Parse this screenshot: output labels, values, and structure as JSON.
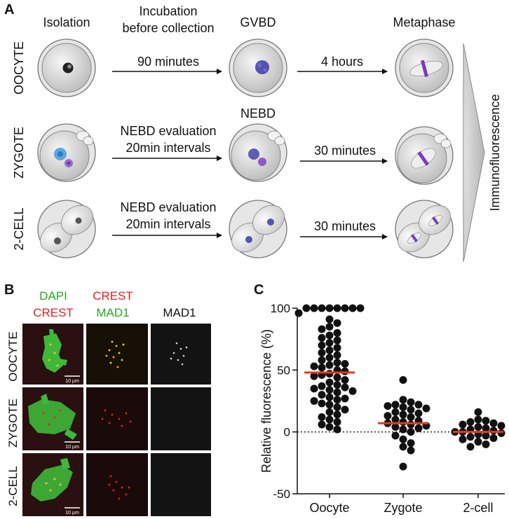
{
  "panel_a": {
    "letter": "A",
    "headers": {
      "isolation": "Isolation",
      "incubation_line1": "Incubation",
      "incubation_line2": "before collection",
      "gvbd": "GVBD",
      "metaphase": "Metaphase",
      "nebd": "NEBD"
    },
    "rows": [
      {
        "label": "OOCYTE",
        "arrow1": [
          "90 minutes"
        ],
        "arrow2": "4 hours"
      },
      {
        "label": "ZYGOTE",
        "arrow1": [
          "NEBD evaluation",
          "20min intervals"
        ],
        "arrow2": "30 minutes"
      },
      {
        "label": "2-CELL",
        "arrow1": [
          "NEBD evaluation",
          "20min intervals"
        ],
        "arrow2": "30 minutes"
      }
    ],
    "side_label": "Immunofluorescence",
    "colors": {
      "chromatin": "#3b3aa8",
      "spindle": "#7a3cc0",
      "pronucleus_blue": "#5aa6e0",
      "pronucleus_purple": "#9a6bd0",
      "triangle": "#c8c8c8"
    }
  },
  "panel_b": {
    "letter": "B",
    "col_headers": [
      {
        "line1": "DAPI",
        "line1_color": "#22aa22",
        "line2": "CREST",
        "line2_color": "#e02020"
      },
      {
        "line1": "CREST",
        "line1_color": "#e02020",
        "line2": "MAD1",
        "line2_color": "#22aa22"
      },
      {
        "line1": "MAD1",
        "line1_color": "#111111",
        "line2": "",
        "line2_color": "#111111"
      }
    ],
    "row_labels": [
      "OOCYTE",
      "ZYGOTE",
      "2-CELL"
    ],
    "scalebar": "10 µm"
  },
  "panel_c": {
    "letter": "C"
  },
  "chart_data": {
    "type": "scatter",
    "xlabel": "",
    "ylabel": "Relative fluorescence (%)",
    "ylim": [
      -50,
      100
    ],
    "yticks": [
      100,
      50,
      0,
      -50
    ],
    "categories": [
      "Oocyte",
      "Zygote",
      "2-cell"
    ],
    "reference_line": 0,
    "median_color": "#e8381e",
    "series": [
      {
        "category": "Oocyte",
        "median": 48,
        "values": [
          100,
          100,
          100,
          100,
          100,
          100,
          100,
          100,
          96,
          91,
          88,
          85,
          83,
          80,
          78,
          76,
          74,
          72,
          70,
          68,
          66,
          64,
          62,
          60,
          58,
          56,
          55,
          54,
          53,
          52,
          50,
          49,
          47,
          46,
          45,
          44,
          42,
          40,
          38,
          37,
          36,
          35,
          34,
          33,
          32,
          30,
          28,
          27,
          26,
          25,
          23,
          22,
          20,
          18,
          16,
          14,
          12,
          10,
          8,
          6,
          4,
          2
        ]
      },
      {
        "category": "Zygote",
        "median": 7,
        "values": [
          42,
          26,
          24,
          22,
          22,
          21,
          20,
          19,
          18,
          16,
          15,
          14,
          13,
          12,
          10,
          9,
          8,
          7,
          6,
          5,
          4,
          3,
          2,
          0,
          -3,
          -6,
          -9,
          -12,
          -15,
          -28
        ]
      },
      {
        "category": "2-cell",
        "median": 0,
        "values": [
          16,
          10,
          9,
          8,
          7,
          6,
          5,
          4,
          3,
          2,
          1,
          0,
          0,
          -1,
          -2,
          -3,
          -4,
          -5,
          -6,
          -8,
          -10,
          -12
        ]
      }
    ]
  }
}
